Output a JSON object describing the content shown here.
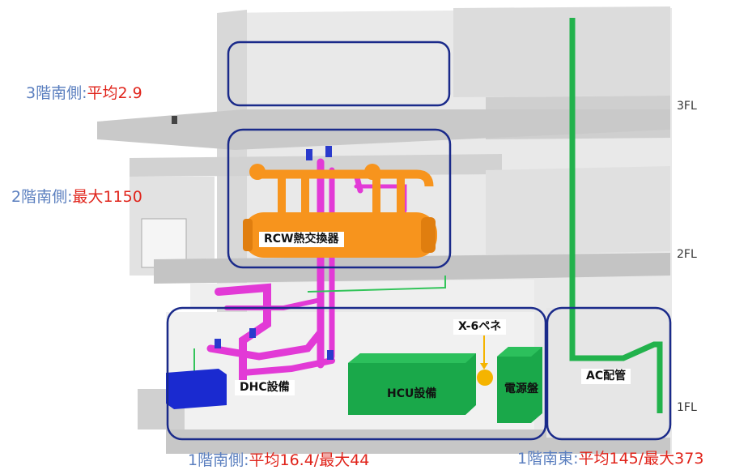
{
  "floor_labels": [
    "3FL",
    "2FL",
    "1FL"
  ],
  "equipment": {
    "rcw": "RCW熱交換器",
    "dhc": "DHC設備",
    "hcu": "HCU設備",
    "power_panel": "電源盤",
    "ac_pipe": "AC配管",
    "penetration": "X-6ペネ"
  },
  "readings": {
    "floor3_south": {
      "key": "3階南側:",
      "value": "平均2.9"
    },
    "floor2_south": {
      "key": "2階南側:",
      "value": "最大1150"
    },
    "floor1_south": {
      "key": "1階南側:",
      "value": "平均16.4/最大44"
    },
    "floor1_southeast": {
      "key": "1階南東:",
      "value": "平均145/最大373"
    }
  },
  "colors": {
    "frame_blue": "#1a2a8a",
    "value_red": "#e0241b",
    "key_blue": "#5b7fbf",
    "rcw_orange": "#f7941d",
    "piping_magenta": "#e23ad6",
    "equipment_green": "#1aa84a",
    "ac_pipe_green": "#22b24c",
    "dhc_blue": "#1a2ad0",
    "penetration_marker": "#f5b400"
  }
}
